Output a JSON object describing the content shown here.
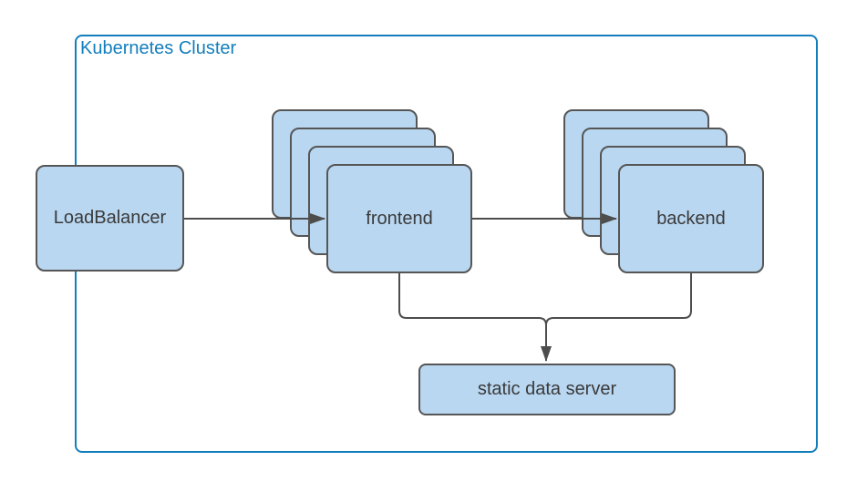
{
  "cluster": {
    "label": "Kubernetes Cluster"
  },
  "nodes": {
    "loadbalancer": {
      "label": "LoadBalancer"
    },
    "frontend": {
      "label": "frontend",
      "stacked_replicas_shown": 4
    },
    "backend": {
      "label": "backend",
      "stacked_replicas_shown": 4
    },
    "static_data_server": {
      "label": "static data server"
    }
  },
  "edges": [
    {
      "from": "LoadBalancer",
      "to": "frontend",
      "arrow": true
    },
    {
      "from": "frontend",
      "to": "backend",
      "arrow": true
    },
    {
      "from": "frontend",
      "to": "static data server",
      "arrow": true
    },
    {
      "from": "backend",
      "to": "static data server",
      "arrow": true
    }
  ],
  "colors": {
    "cluster_border": "#137EBC",
    "cluster_label_text": "#137EBC",
    "node_fill": "#B9D7F1",
    "node_border": "#565656",
    "node_text": "#3A3A3A",
    "edge_line": "#4D4D4D",
    "background": "#FFFFFF"
  }
}
